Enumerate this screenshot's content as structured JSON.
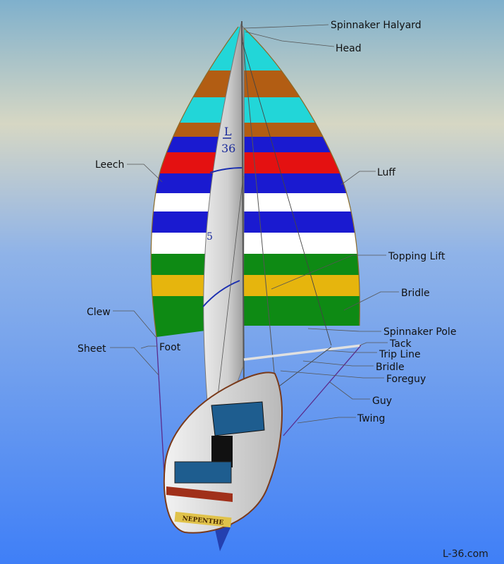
{
  "labels": {
    "spinnaker_halyard": "Spinnaker Halyard",
    "head": "Head",
    "leech": "Leech",
    "luff": "Luff",
    "topping_lift": "Topping Lift",
    "bridle_upper": "Bridle",
    "clew": "Clew",
    "spinnaker_pole": "Spinnaker Pole",
    "tack": "Tack",
    "sheet": "Sheet",
    "foot": "Foot",
    "trip_line": "Trip Line",
    "bridle_lower": "Bridle",
    "foreguy": "Foreguy",
    "guy": "Guy",
    "twing": "Twing"
  },
  "mainsail": {
    "class_mark": "L",
    "sail_number": "36",
    "number_5": "5"
  },
  "boat": {
    "name": "NEPENTHE"
  },
  "watermark": "L-36.com",
  "colors": {
    "sky_top": "#7fb0cc",
    "sky_band": "#d6d7c4",
    "sky_bottom": "#3f7ff7",
    "cyan": "#22d6d8",
    "brown": "#b25d13",
    "blue": "#1a1ad0",
    "red": "#e41111",
    "white": "#ffffff",
    "green": "#0e8a14",
    "gold": "#e6b50d"
  }
}
